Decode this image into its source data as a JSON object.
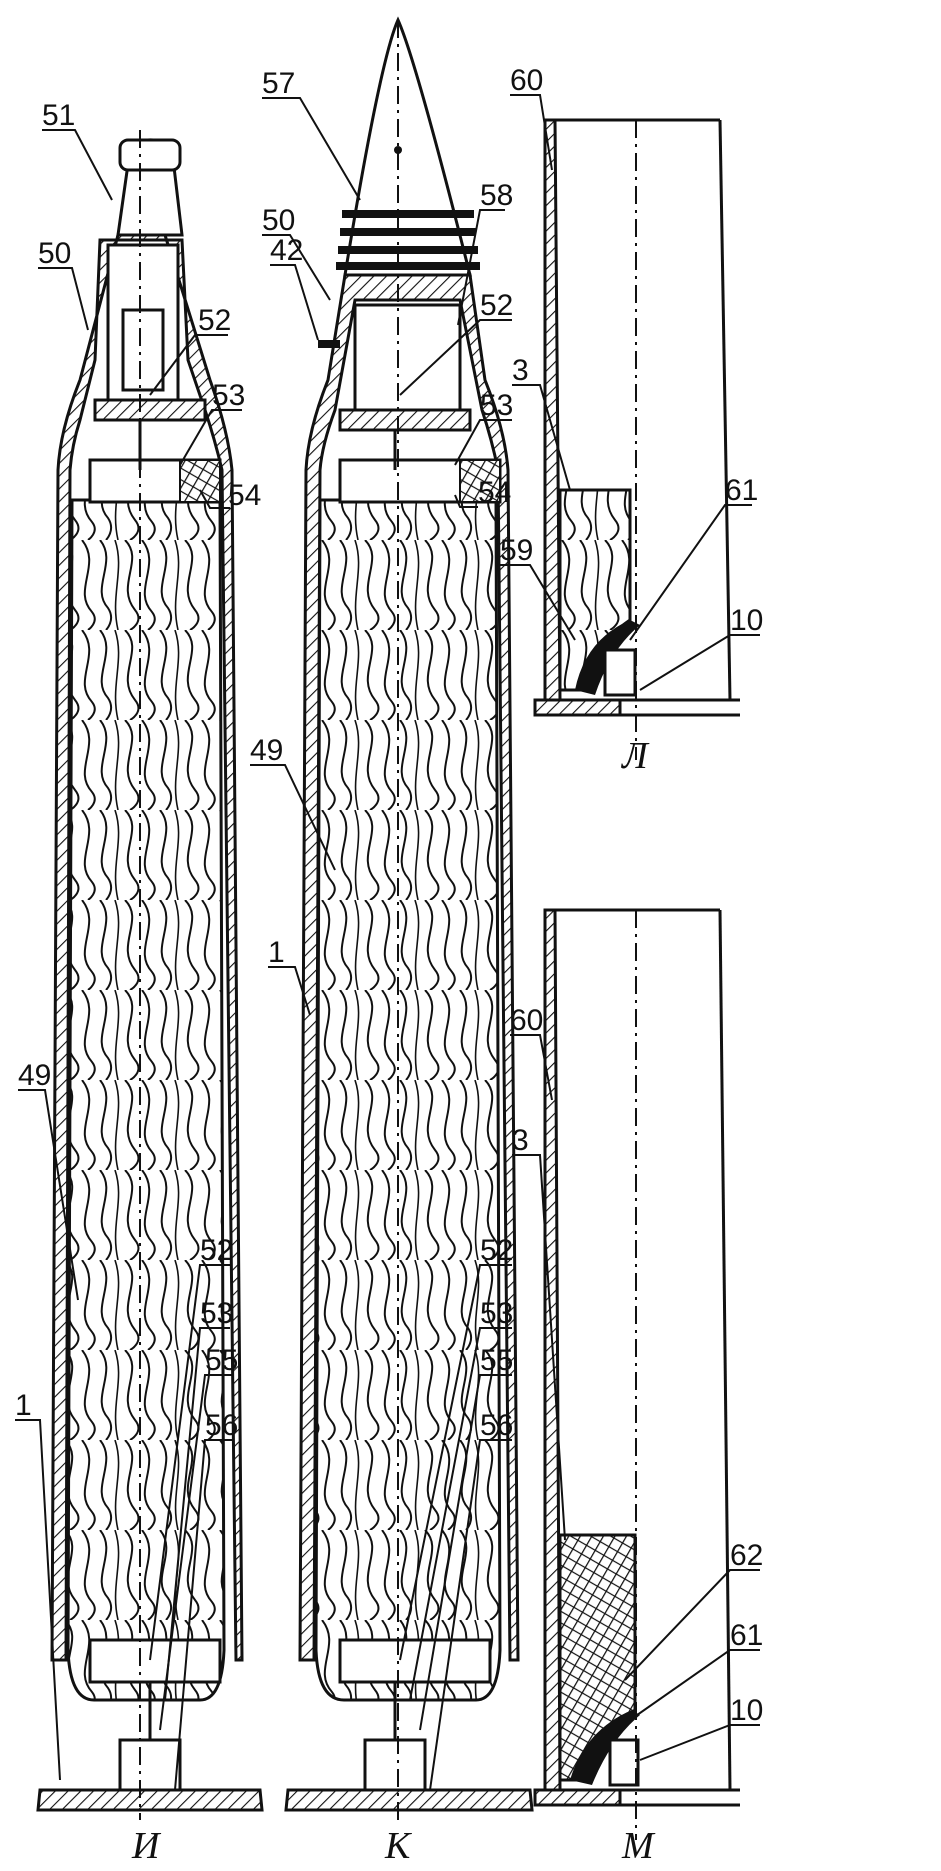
{
  "figure": {
    "views": [
      {
        "id": "I",
        "caption": "И",
        "labels": [
          "51",
          "50",
          "52",
          "53",
          "54",
          "49",
          "52",
          "53",
          "55",
          "1",
          "56"
        ]
      },
      {
        "id": "K",
        "caption": "К",
        "labels": [
          "57",
          "50",
          "42",
          "58",
          "52",
          "53",
          "54",
          "49",
          "1",
          "52",
          "53",
          "55",
          "56"
        ]
      },
      {
        "id": "L",
        "caption": "Л",
        "labels": [
          "60",
          "3",
          "61",
          "59",
          "10"
        ]
      },
      {
        "id": "M",
        "caption": "М",
        "labels": [
          "60",
          "3",
          "62",
          "61",
          "10"
        ]
      }
    ]
  }
}
